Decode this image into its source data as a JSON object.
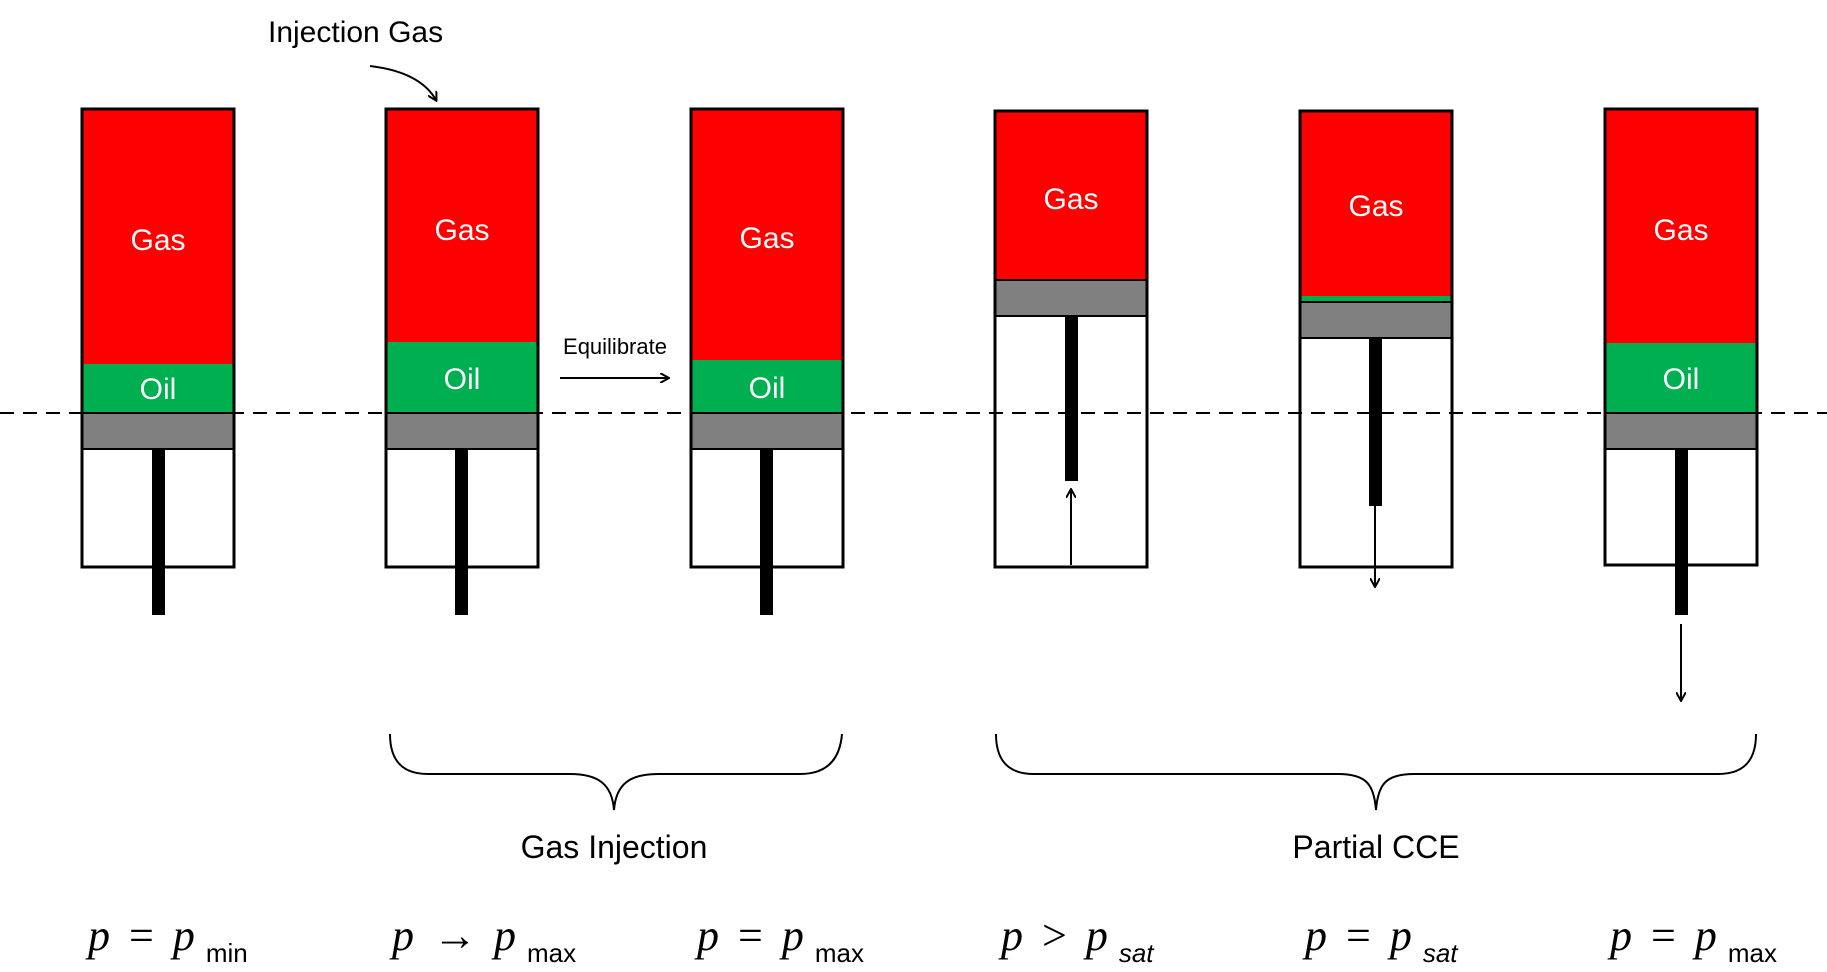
{
  "labels": {
    "gas": "Gas",
    "oil": "Oil",
    "injection_gas": "Injection Gas",
    "equilibrate": "Equilibrate",
    "gas_injection": "Gas Injection",
    "partial_cce": "Partial CCE"
  },
  "colors": {
    "gas": "#ff0000",
    "oil": "#00b050",
    "piston": "#808080",
    "outline": "#000000"
  },
  "cells": [
    {
      "id": "cell-1",
      "has_gas": true,
      "has_oil": true,
      "rod_arrow": "none"
    },
    {
      "id": "cell-2",
      "has_gas": true,
      "has_oil": true,
      "rod_arrow": "none"
    },
    {
      "id": "cell-3",
      "has_gas": true,
      "has_oil": true,
      "rod_arrow": "none"
    },
    {
      "id": "cell-4",
      "has_gas": true,
      "has_oil": false,
      "rod_arrow": "up"
    },
    {
      "id": "cell-5",
      "has_gas": true,
      "has_oil": "thin",
      "rod_arrow": "down"
    },
    {
      "id": "cell-6",
      "has_gas": true,
      "has_oil": true,
      "rod_arrow": "down"
    }
  ],
  "pressure": [
    {
      "p": "p",
      "op": "=",
      "rhs": "p",
      "sub": "min",
      "sub_italic": false
    },
    {
      "p": "p",
      "op": "→",
      "rhs": "p",
      "sub": "max",
      "sub_italic": false
    },
    {
      "p": "p",
      "op": "=",
      "rhs": "p",
      "sub": "max",
      "sub_italic": false
    },
    {
      "p": "p",
      "op": ">",
      "rhs": "p",
      "sub": "sat",
      "sub_italic": true
    },
    {
      "p": "p",
      "op": "=",
      "rhs": "p",
      "sub": "sat",
      "sub_italic": true
    },
    {
      "p": "p",
      "op": "=",
      "rhs": "p",
      "sub": "max",
      "sub_italic": false
    }
  ]
}
